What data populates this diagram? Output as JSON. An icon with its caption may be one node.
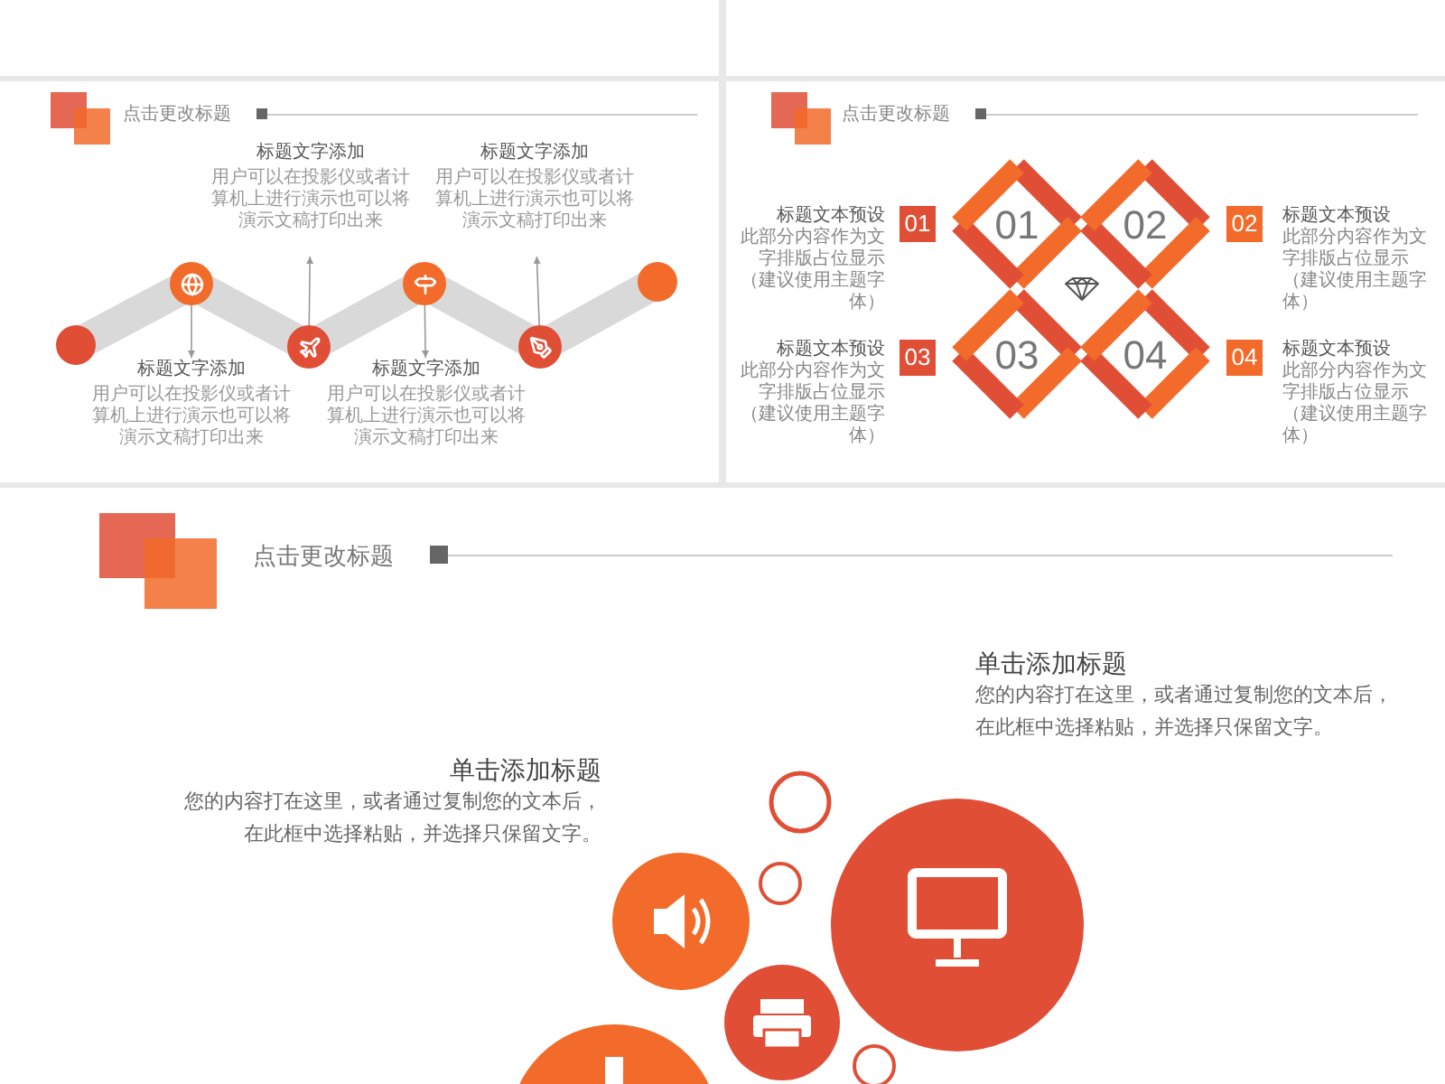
{
  "diagram": {
    "nodes": [
      {
        "text": [],
        "shape": "circle"
      },
      {
        "text": [],
        "shape": "circle"
      },
      {
        "text": [],
        "shape": "circle"
      },
      {
        "text": [],
        "shape": "circle"
      },
      {
        "text": [],
        "shape": "circle"
      },
      {
        "text": [],
        "shape": "circle"
      },
      {
        "text": [
          "标题文字添加",
          "用户可以在投影仪或者计算机上进行演示也可以将演示文稿打印出来"
        ]
      },
      {
        "text": [
          "标题文字添加",
          "用户可以在投影仪或者计算机上进行演示也可以将演示文稿打印出来"
        ]
      },
      {
        "text": [
          "标题文字添加",
          "用户可以在投影仪或者计算机上进行演示也可以将演示文稿打印出来"
        ]
      },
      {
        "text": [
          "标题文字添加",
          "用户可以在投影仪或者计算机上进行演示也可以将演示文稿打印出来"
        ]
      },
      {
        "text": [
          "01"
        ]
      },
      {
        "text": [
          "02"
        ]
      },
      {
        "text": [
          "03"
        ]
      },
      {
        "text": [
          "04"
        ]
      },
      {
        "text": [
          "01"
        ]
      },
      {
        "text": [
          "02"
        ]
      },
      {
        "text": [
          "03"
        ]
      },
      {
        "text": [
          "04"
        ]
      }
    ],
    "edges": [
      {
        "from": 2,
        "to": 6,
        "arrow": "to"
      },
      {
        "from": 4,
        "to": 7,
        "arrow": "to"
      },
      {
        "from": 1,
        "to": 8,
        "arrow": "to"
      },
      {
        "from": 3,
        "to": 9,
        "arrow": "to"
      }
    ],
    "labels": [
      "点击更改标题",
      "点击更改标题",
      "标题文本预设",
      "此部分内容作为文字排版占位显示（建议使用主题字体）",
      "标题文本预设",
      "此部分内容作为文字排版占位显示（建议使用主题字体）",
      "标题文本预设",
      "此部分内容作为文字排版占位显示（建议使用主题字体）",
      "标题文本预设",
      "此部分内容作为文字排版占位显示（建议使用主题字体）",
      "点击更改标题",
      "单击添加标题",
      "您的内容打在这里，或者通过复制您的文本后，在此框中选择粘贴，并选择只保留文字。",
      "单击添加标题",
      "您的内容打在这里，或者通过复制您的文本后，在此框中选择粘贴，并选择只保留文字。"
    ]
  }
}
